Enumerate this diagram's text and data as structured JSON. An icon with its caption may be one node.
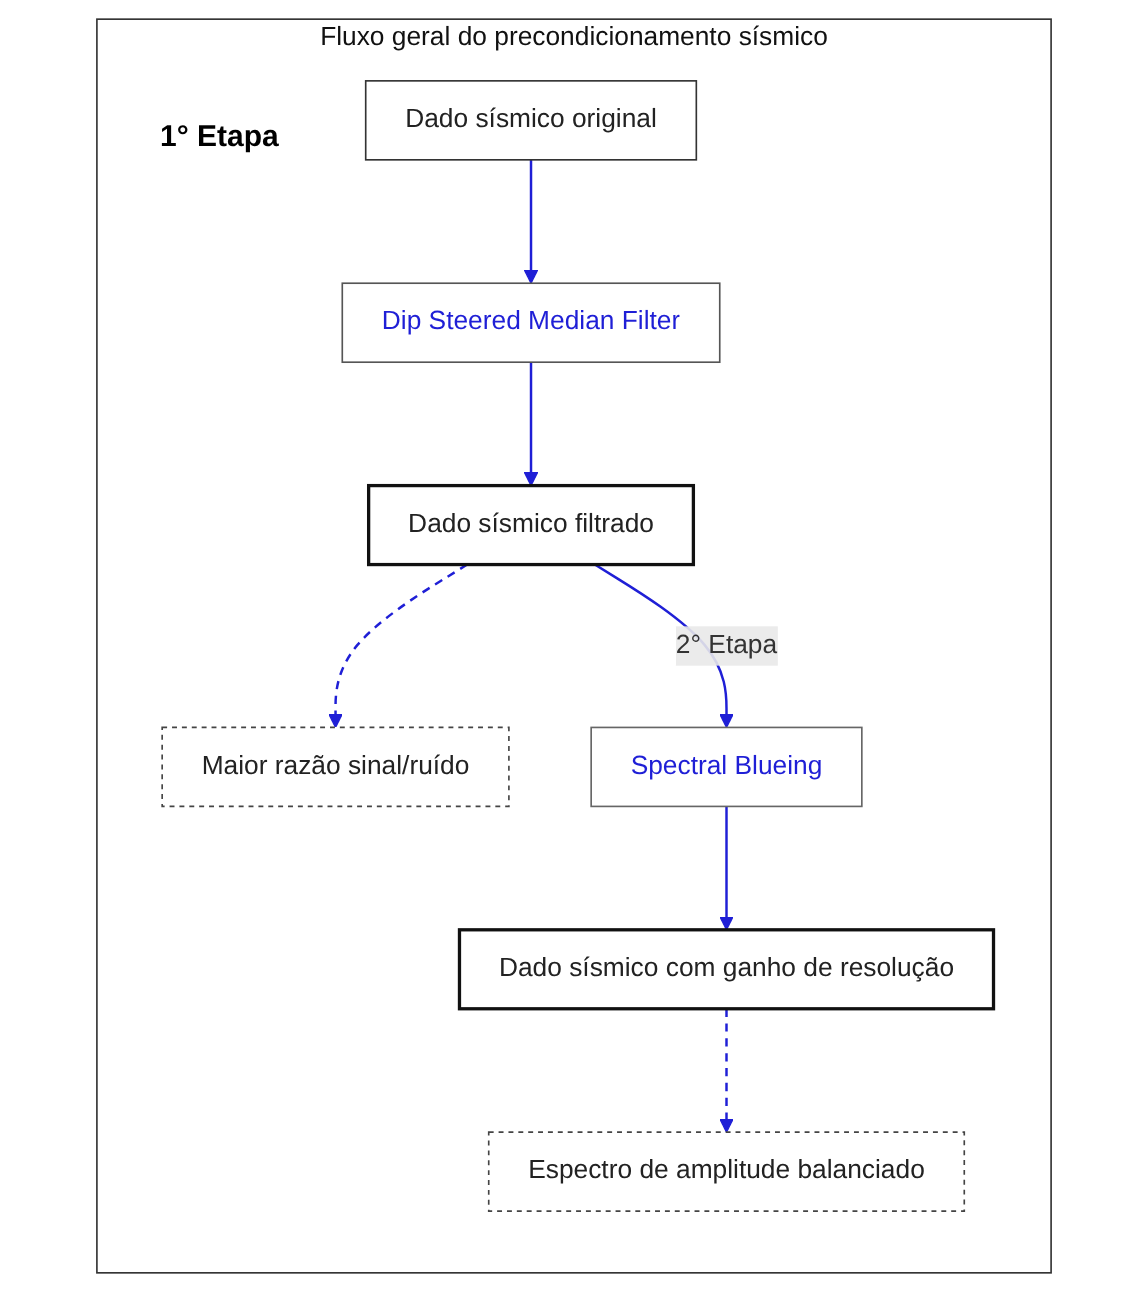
{
  "diagram": {
    "nodes": [
      {
        "text": [
          "Fluxo geral do precondicionamento sísmico"
        ]
      },
      {
        "text": [
          "Dado sísmico original"
        ],
        "in": 0
      },
      {
        "text": [
          "Dip Steered Median Filter"
        ],
        "in": 0
      },
      {
        "text": [
          "Dado sísmico filtrado"
        ],
        "in": 0
      },
      {
        "text": [
          "Maior razão sinal/ruído"
        ],
        "in": 0
      },
      {
        "text": [
          "Spectral Blueing"
        ],
        "in": 0
      },
      {
        "text": [
          "Dado sísmico com ganho de resolução"
        ],
        "in": 0
      },
      {
        "text": [
          "Espectro de amplitude balanciado"
        ],
        "in": 0
      }
    ],
    "edges": [
      {
        "from": 1,
        "to": 2,
        "arrow": "to"
      },
      {
        "from": 2,
        "to": 3,
        "arrow": "to"
      },
      {
        "from": 3,
        "to": 4,
        "arrow": "to",
        "style": "dashed"
      },
      {
        "from": 3,
        "to": 5,
        "arrow": "to",
        "label": "2° Etapa"
      },
      {
        "from": 5,
        "to": 6,
        "arrow": "to"
      },
      {
        "from": 6,
        "to": 7,
        "arrow": "to",
        "style": "dashed"
      }
    ],
    "labels": [
      "1° Etapa"
    ]
  }
}
